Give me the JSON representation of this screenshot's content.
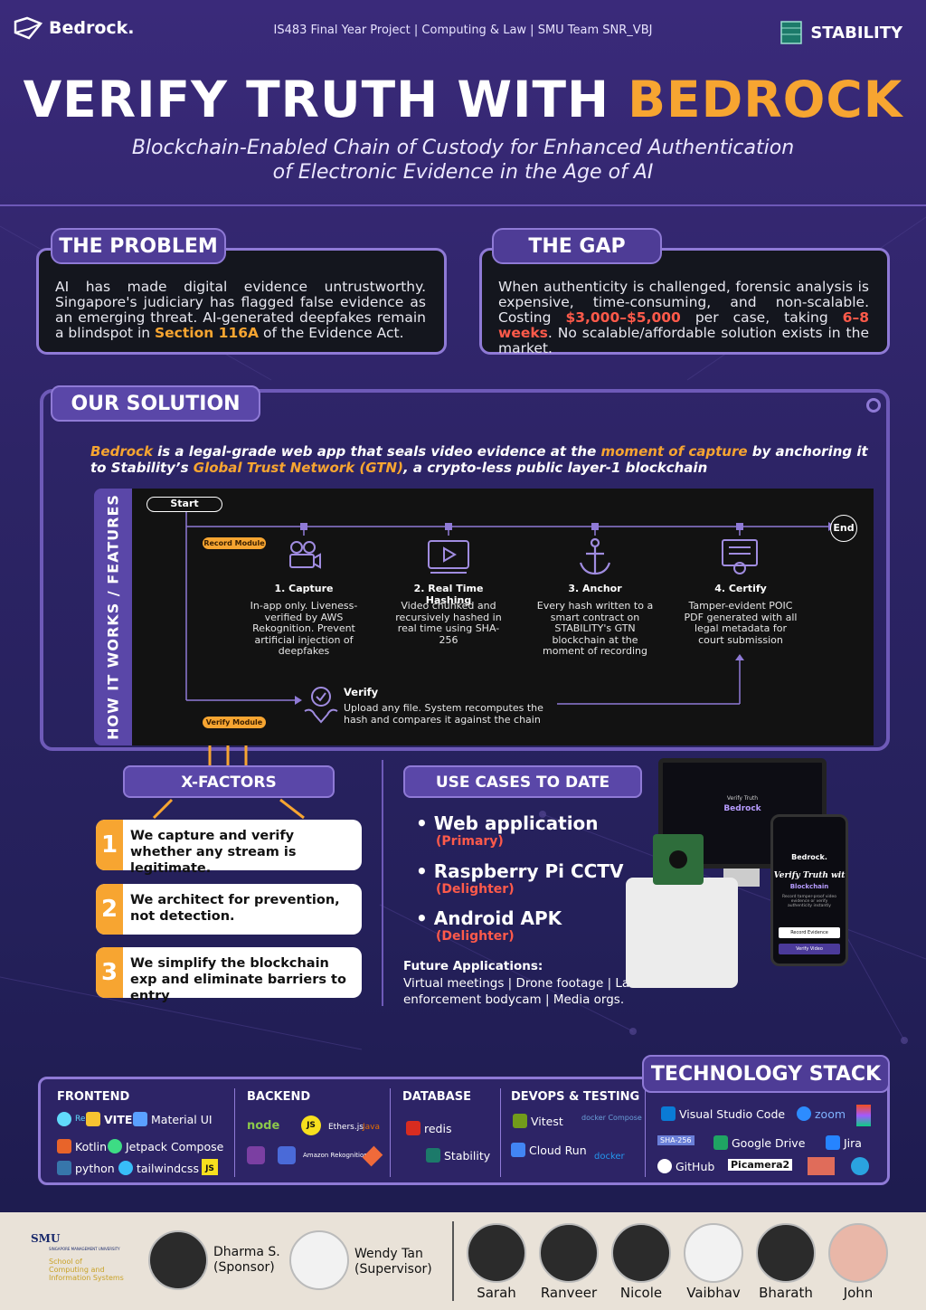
{
  "header": {
    "logo_left": "Bedrock.",
    "subtitle": "IS483 Final Year Project | Computing & Law | SMU Team SNR_VBJ",
    "logo_right": "STABILITY"
  },
  "hero": {
    "title_main": "VERIFY TRUTH WITH ",
    "title_accent": "BEDROCK",
    "subtitle_line1": "Blockchain-Enabled Chain of Custody for Enhanced Authentication",
    "subtitle_line2": "of Electronic Evidence in the Age of AI"
  },
  "problem": {
    "heading": "THE PROBLEM",
    "text_a": "AI has made digital evidence untrustworthy. Singapore's judiciary has flagged false evidence as an emerging threat. AI-generated deepfakes remain a blindspot in ",
    "text_highlight": "Section 116A",
    "text_b": " of the Evidence Act."
  },
  "gap": {
    "heading": "THE GAP",
    "text_a": "When authenticity is challenged, forensic analysis is expensive, time-consuming, and non-scalable. Costing ",
    "cost": "$3,000–$5,000",
    "text_b": " per case, taking ",
    "time": "6–8 weeks",
    "text_c": ". No scalable/affordable solution exists in the market."
  },
  "solution": {
    "heading": "OUR SOLUTION",
    "desc_p1": "Bedrock",
    "desc_p2": " is a legal-grade web app that seals video evidence at the ",
    "desc_p3": "moment of capture",
    "desc_p4": " by anchoring it to Stability’s ",
    "desc_p5": "Global Trust Network (GTN)",
    "desc_p6": ", a crypto-less public layer-1 blockchain",
    "side_label": "HOW IT WORKS / FEATURES",
    "start": "Start",
    "end": "End",
    "record_module": "Record Module",
    "verify_module": "Verify Module",
    "steps": [
      {
        "title": "1. Capture",
        "body": "In-app only. Liveness-verified by AWS Rekognition. Prevent artificial injection of deepfakes",
        "icon": "video-camera-icon"
      },
      {
        "title": "2. Real Time Hashing",
        "body": "Video chunked and recursively hashed in real time using SHA-256",
        "icon": "video-player-icon"
      },
      {
        "title": "3. Anchor",
        "body": "Every hash written to a smart contract on STABILITY's GTN blockchain at the moment of recording",
        "icon": "anchor-icon"
      },
      {
        "title": "4. Certify",
        "body": "Tamper-evident POIC PDF generated with all legal metadata for court submission",
        "icon": "certificate-icon"
      }
    ],
    "verify_title": "Verify",
    "verify_body": "Upload any file. System recomputes the hash and compares it against the chain"
  },
  "xfactors": {
    "heading": "X-FACTORS",
    "items": [
      {
        "num": "1",
        "text": "We capture and verify whether any stream is legitimate."
      },
      {
        "num": "2",
        "text": "We architect for prevention, not detection."
      },
      {
        "num": "3",
        "text": "We simplify the blockchain exp and eliminate barriers to entry"
      }
    ]
  },
  "usecases": {
    "heading": "USE CASES TO DATE",
    "items": [
      {
        "label": "Web application",
        "tag": "(Primary)"
      },
      {
        "label": "Raspberry Pi CCTV",
        "tag": "(Delighter)"
      },
      {
        "label": "Android APK",
        "tag": "(Delighter)"
      }
    ],
    "future_label": "Future Applications",
    "future_text": "Virtual meetings | Drone footage | Law enforcement bodycam | Media orgs.",
    "monitor_title": "Verify Truth",
    "monitor_brand": "Bedrock",
    "phone_brand": "Bedrock.",
    "phone_title": "Verify Truth wit",
    "phone_sub": "Blockchain",
    "phone_small": "Record tamper-proof video evidence or verify authenticity instantly",
    "phone_btn1": "Record Evidence",
    "phone_btn2": "Verify Video"
  },
  "stack": {
    "heading": "TECHNOLOGY STACK",
    "frontend": {
      "heading": "FRONTEND",
      "items": [
        "React",
        "VITE",
        "Material UI",
        "Kotlin",
        "Jetpack Compose",
        "python",
        "tailwindcss",
        "JS"
      ]
    },
    "backend": {
      "heading": "BACKEND",
      "items": [
        "node",
        "JS",
        "Ethers.js",
        "Java",
        "Amazon Rekognition"
      ]
    },
    "database": {
      "heading": "DATABASE",
      "items": [
        "redis",
        "Stability"
      ]
    },
    "devops": {
      "heading": "DEVOPS & TESTING",
      "items": [
        "Vitest",
        "docker Compose",
        "Cloud Run",
        "docker"
      ]
    },
    "tools": {
      "items": [
        "Visual Studio Code",
        "zoom",
        "SHA-256",
        "Google Drive",
        "Jira",
        "GitHub",
        "Picamera2"
      ]
    }
  },
  "footer": {
    "org_name": "SMU",
    "org_sub1": "SINGAPORE MANAGEMENT UNIVERSITY",
    "org_sub2": "School of",
    "org_sub3": "Computing and",
    "org_sub4": "Information Systems",
    "sponsor_name": "Dharma S.",
    "sponsor_role": "(Sponsor)",
    "supervisor_name": "Wendy Tan",
    "supervisor_role": "(Supervisor)",
    "team": [
      "Sarah",
      "Ranveer",
      "Nicole",
      "Vaibhav",
      "Bharath",
      "John"
    ]
  },
  "colors": {
    "accent": "#f7a531",
    "purple": "#5a47a8",
    "red": "#ff5a4a"
  }
}
